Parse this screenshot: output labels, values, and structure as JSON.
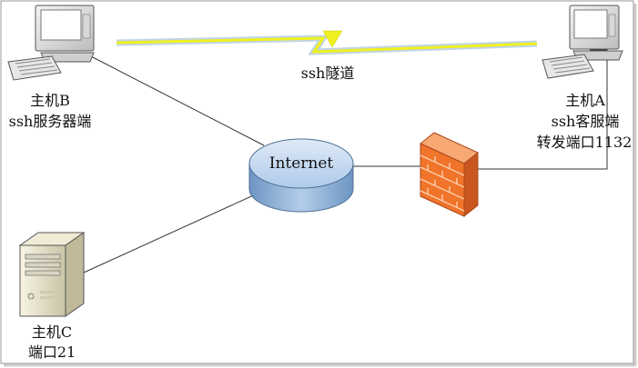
{
  "tunnel": {
    "label": "ssh隧道"
  },
  "hosts": {
    "b": {
      "name": "主机B",
      "role": "ssh服务器端"
    },
    "a": {
      "name": "主机A",
      "role": "ssh客服端",
      "port": "转发端口1132"
    },
    "c": {
      "name": "主机C",
      "port": "端口21"
    }
  },
  "cloud": {
    "label": "Internet"
  },
  "icons": {
    "host_b": "desktop-computer",
    "host_a": "desktop-computer",
    "host_c": "tower-server",
    "internet": "network-cylinder",
    "firewall": "brick-firewall"
  },
  "colors": {
    "tunnel_fill": "#f2f21a",
    "tunnel_glow": "#7fa7c9",
    "internet_fill": "#b9cfea",
    "firewall": "#f0742a",
    "line": "#333333"
  }
}
